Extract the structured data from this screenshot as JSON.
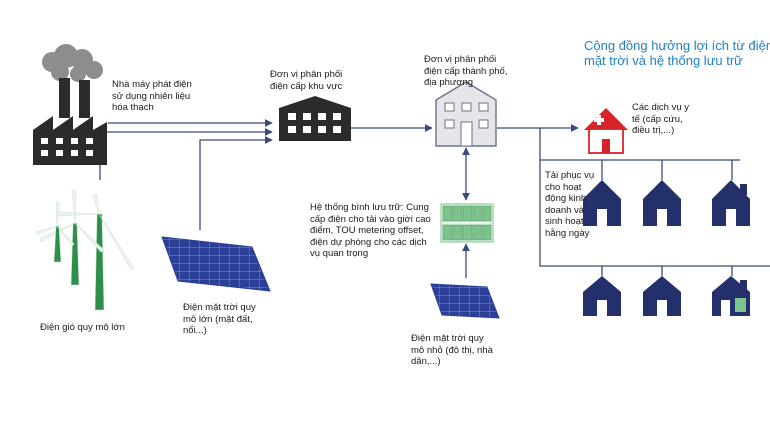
{
  "title": "Cộng đồng hưởng lợi ích từ điện mặt trời và hệ thống lưu trữ",
  "labels": {
    "fossil_plant": "Nhà máy phát điện\nsử dụng nhiên liệu\nhóa thạch",
    "regional_distribution": "Đơn vị phân phối\nđiện cấp khu vực",
    "city_distribution": "Đơn vị phân phối\nđiện cấp thành phố,\nđịa phương",
    "medical_services": "Các dịch vụ y\ntế (cấp cứu,\nđiều trị,...)",
    "business_services": "Tải phục vụ\ncho hoạt\nđộng kinh\ndoanh và\nsinh hoạt\nhằng ngày",
    "storage_system": "Hệ thống bình lưu trữ: Cung\ncấp điện cho tải vào giời cao\nđiểm, TOU metering offset,\nđiện dự phòng cho các dịch\nvụ quan trọng",
    "wind_power": "Điện gió quy mô lớn",
    "solar_large": "Điện mặt trời quy\nmô lớn (mặt đất,\nnổi...)",
    "solar_small": "Điện mặt trời quy\nmô nhỏ (đô thị, nhà\ndân,...)"
  },
  "colors": {
    "title": "#1e7fc8",
    "line": "#3b4a7a",
    "factory": "#2b2b2b",
    "house": "#23306b",
    "solar": "#2c3f97",
    "turbine": "#2f8f4a",
    "battery": "#7cc48b",
    "hospital_cross": "#d6242a"
  },
  "icons": {
    "factory": "factory-icon",
    "regional_building": "building-icon",
    "city_building": "building-icon",
    "hospital": "hospital-icon",
    "house": "house-icon",
    "wind_turbine": "wind-turbine-icon",
    "solar_panel": "solar-panel-icon",
    "battery": "battery-icon"
  }
}
